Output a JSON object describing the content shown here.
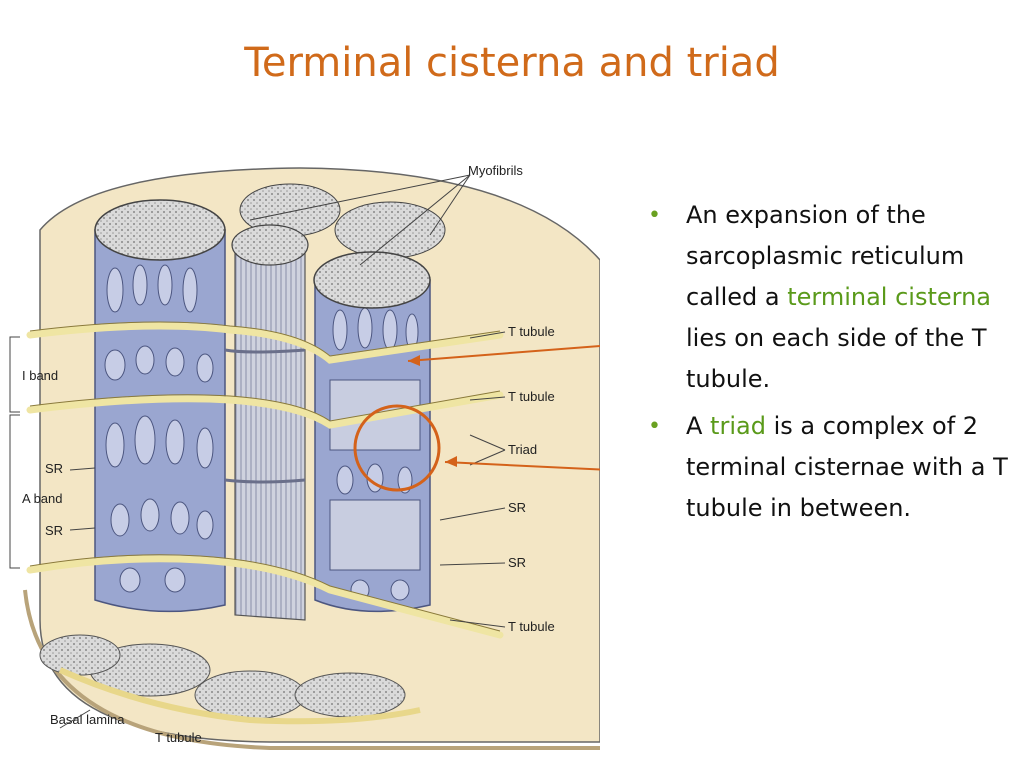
{
  "title": "Terminal cisterna and triad",
  "colors": {
    "title": "#d06a1a",
    "highlight": "#5a9a1a",
    "bullet": "#6aa121",
    "annotation": "#d4621a",
    "fiber_blue": "#9aa6d0",
    "tubule_yellow": "#efe5a3",
    "cytoplasm": "#f3e6c5"
  },
  "bullets": [
    {
      "pre": "An expansion of the sarcoplasmic reticulum called a ",
      "term": "terminal cisterna",
      "post": " lies on each side of the T tubule."
    },
    {
      "pre": "A ",
      "term": "triad",
      "post": " is a complex of 2 terminal cisternae with a T tubule in between."
    }
  ],
  "diagram": {
    "labels": {
      "myofibrils": "Myofibrils",
      "t_tubule_1": "T tubule",
      "t_tubule_2": "T tubule",
      "triad": "Triad",
      "sr_right_1": "SR",
      "sr_right_2": "SR",
      "t_tubule_3": "T tubule",
      "i_band": "I band",
      "sr_left_1": "SR",
      "a_band": "A band",
      "sr_left_2": "SR",
      "basal_lamina": "Basal lamina",
      "t_tubule_bottom": "T tubule"
    }
  }
}
